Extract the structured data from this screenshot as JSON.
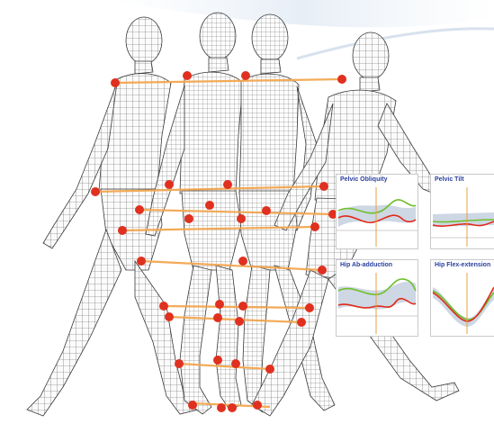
{
  "colors": {
    "marker": "#e0301f",
    "link": "#f3a64f",
    "mesh": "#4a4a4a",
    "panel_title": "#2a3f9e",
    "green": "#6fbf2a",
    "red": "#e02a1a",
    "band": "#b9c6d8"
  },
  "figures": [
    {
      "name": "figure-1",
      "pose": "rear-stride"
    },
    {
      "name": "figure-2",
      "pose": "mid-stance"
    },
    {
      "name": "figure-3",
      "pose": "mid-stance"
    },
    {
      "name": "figure-4",
      "pose": "front-stride"
    }
  ],
  "panels": [
    {
      "title": "Pelvic Obliquity",
      "icon": "obliquity-chart"
    },
    {
      "title": "Pelvic Tilt",
      "icon": "tilt-chart"
    },
    {
      "title": "Hip Ab-adduction",
      "icon": "abduction-chart"
    },
    {
      "title": "Hip Flex-extension",
      "icon": "flexion-chart"
    }
  ]
}
